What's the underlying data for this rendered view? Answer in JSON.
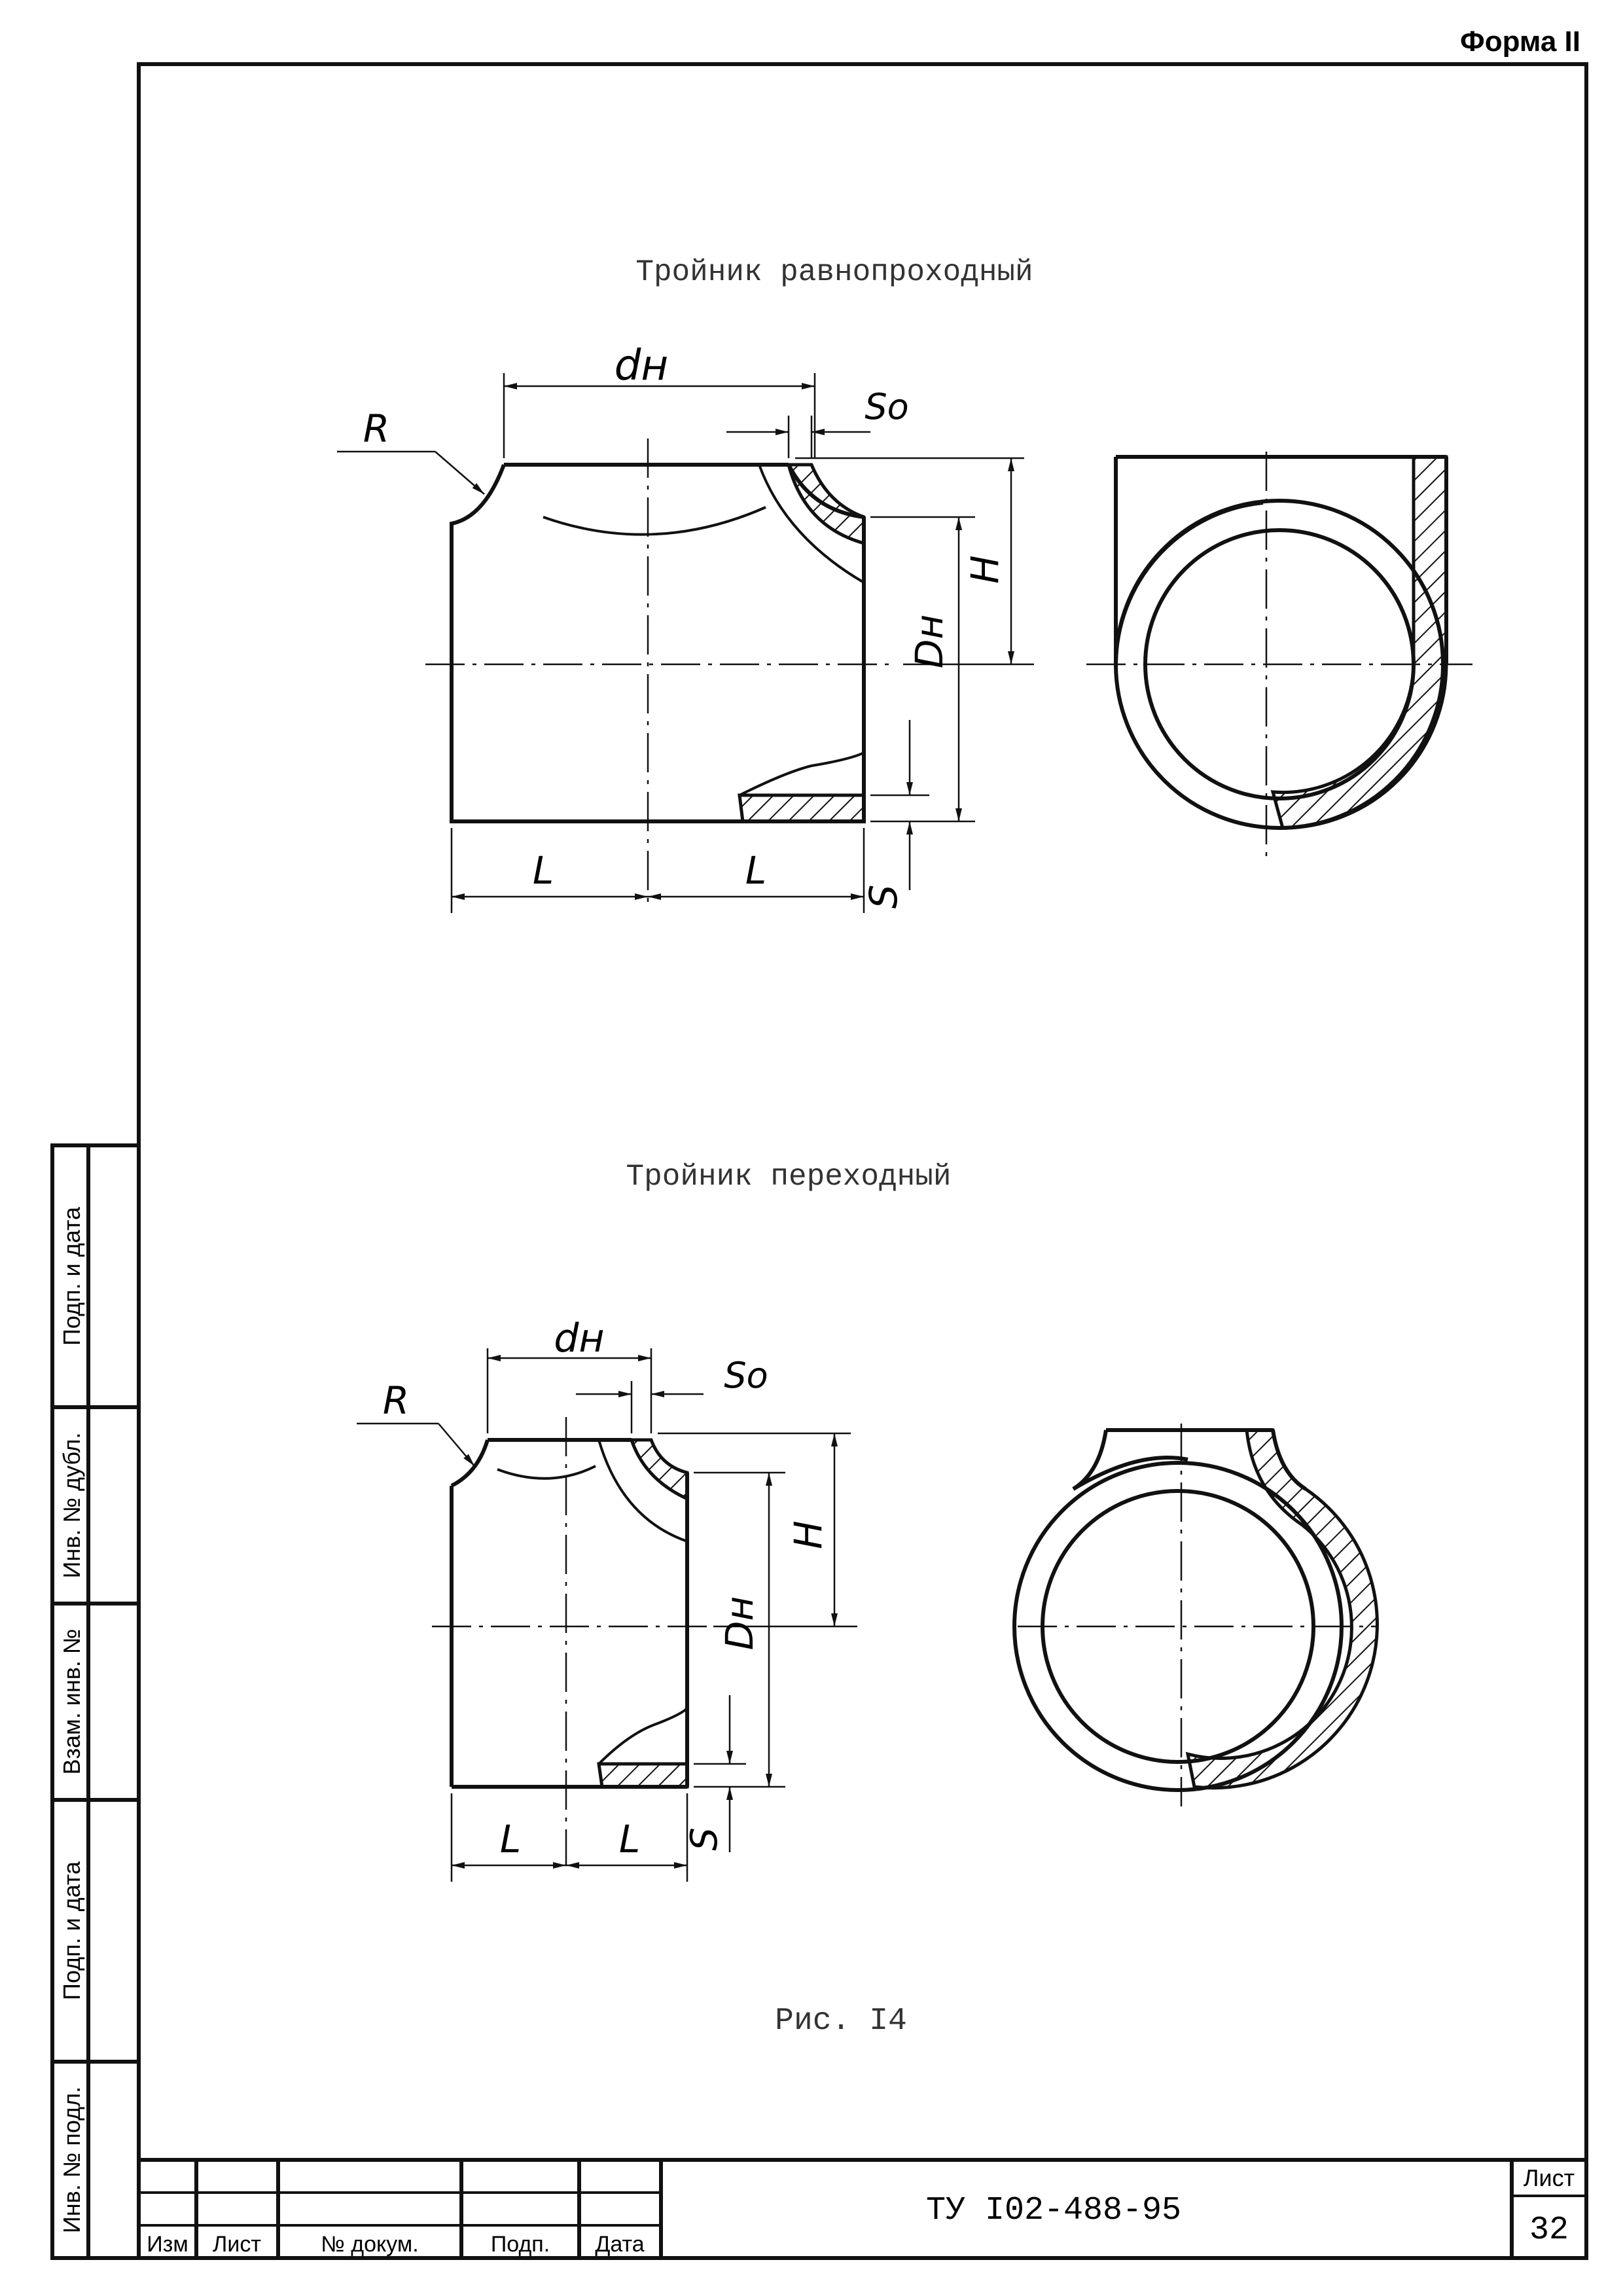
{
  "form_label": "Форма II",
  "figure1": {
    "title": "Тройник равнопроходный",
    "labels": {
      "dn": "dн",
      "so": "So",
      "r": "R",
      "h": "H",
      "dh_big": "Dн",
      "l1": "L",
      "l2": "L",
      "s": "S"
    }
  },
  "figure2": {
    "title": "Тройник переходный",
    "labels": {
      "dn": "dн",
      "so": "So",
      "r": "R",
      "h": "H",
      "dh_big": "Dн",
      "l1": "L",
      "l2": "L",
      "s": "S"
    }
  },
  "caption": "Рис. I4",
  "side_stamp": [
    "Подп. и дата",
    "Инв. № дубл.",
    "Взам. инв. №",
    "Подп. и дата",
    "Инв. № подл."
  ],
  "title_block": {
    "columns": [
      "Изм",
      "Лист",
      "№ докум.",
      "Подп.",
      "Дата"
    ],
    "document_code": "ТУ I02-488-95",
    "sheet_label": "Лист",
    "sheet_number": "32"
  }
}
